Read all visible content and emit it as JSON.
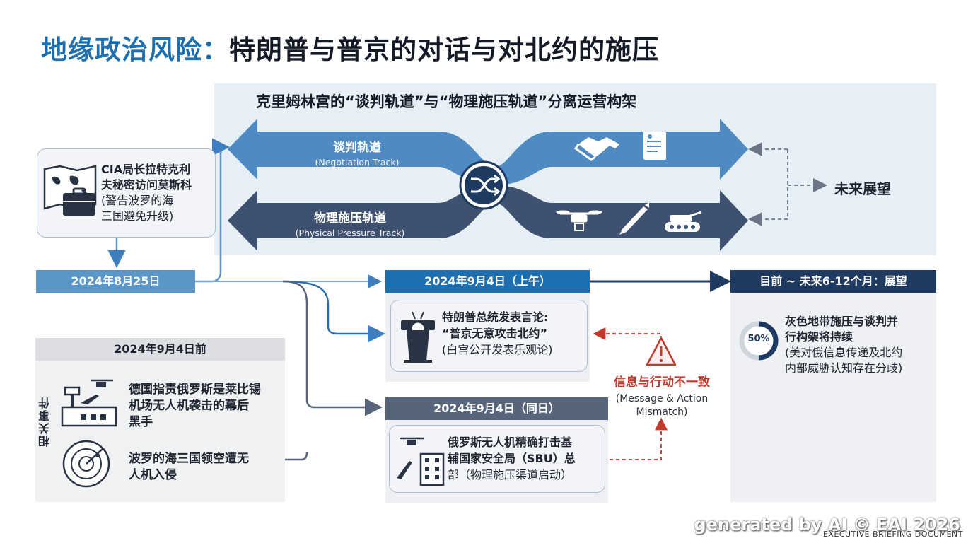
{
  "title": {
    "part1": "地缘政治风险：",
    "part2": "特朗普与普京的对话与对北约的施压"
  },
  "panel": {
    "title": "克里姆林宫的“谈判轨道”与“物理施压轨道”分离运营构架",
    "negotiation": {
      "zh": "谈判轨道",
      "en": "(Negotiation Track)"
    },
    "pressure": {
      "zh": "物理施压轨道",
      "en": "(Physical Pressure Track)"
    },
    "future": "未来展望"
  },
  "cia": {
    "line1": "CIA局长拉特克利",
    "line2": "夫秘密访问莫斯科",
    "line3": "(警告波罗的海",
    "line4": "三国避免升级)"
  },
  "dates": {
    "aug25": "2024年8月25日",
    "sep4am": "2024年9月4日（上午）",
    "sep4same": "2024年9月4日（同日）",
    "outlook": "目前 ~ 未来6-12个月：展望"
  },
  "related": {
    "header": "2024年9月4日前",
    "side": "相关事件",
    "event1": {
      "line1": "德国指责俄罗斯是莱比锡",
      "line2": "机场无人机袭击的幕后",
      "line3": "黑手"
    },
    "event2": {
      "line1": "波罗的海三国领空遭无",
      "line2": "人机入侵"
    }
  },
  "trump": {
    "line1": "特朗普总统发表言论:",
    "line2": "“普京无意攻击北约”",
    "line3": "(白宫公开发表乐观论)"
  },
  "russia": {
    "line1": "俄罗斯无人机精确打击基",
    "line2": "辅国家安全局（SBU）总",
    "line3": "部（物理施压渠道启动）"
  },
  "mismatch": {
    "zh": "信息与行动不一致",
    "en1": "(Message & Action",
    "en2": "Mismatch)"
  },
  "outlook": {
    "percent": "50%",
    "line1": "灰色地带施压与谈判并",
    "line2": "行构架将持续",
    "line3": "(美对俄信息传递及北约",
    "line4": "内部威胁认知存在分歧)"
  },
  "gauge": {
    "fraction": 0.5
  },
  "footer": {
    "watermark": "generated by AI © EAI 2026",
    "note": "EXECUTIVE BRIEFING DOCUMENT"
  },
  "colors": {
    "blue": "#1e6fb0",
    "lightBlue": "#5b96c9",
    "navy": "#1f3a60",
    "slate": "#3f5170",
    "red": "#c0392b"
  }
}
